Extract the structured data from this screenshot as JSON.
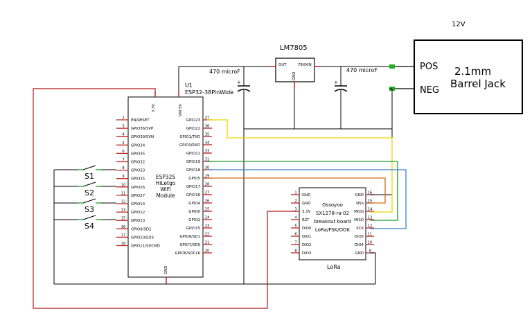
{
  "power": {
    "supply_label": "12V",
    "jack_title_line1": "2.1mm",
    "jack_title_line2": "Barrel Jack",
    "jack_pos_label": "POS",
    "jack_neg_label": "NEG",
    "regulator_name": "LM7805",
    "regulator_part": "78XX",
    "regulator_in": "IN",
    "regulator_out": "OUT",
    "regulator_gnd": "GND",
    "cap_left_label": "470 microF",
    "cap_right_label": "470 microF"
  },
  "esp32": {
    "ref": "U1",
    "part": "ESP32-38PinWide",
    "pin_3v3": "3.3V",
    "pin_vin": "VIN 5V",
    "pin_gnd": "GND",
    "module_line1": "ESP32S",
    "module_line2": "HiLetgo",
    "module_line3": "WiFi",
    "module_line4": "Module",
    "left_pins": [
      {
        "num": "2",
        "name": "EN/RESET"
      },
      {
        "num": "3",
        "name": "GPIO36/SVP"
      },
      {
        "num": "4",
        "name": "GPIO39/SVN"
      },
      {
        "num": "5",
        "name": "GPIO34"
      },
      {
        "num": "6",
        "name": "GPIO35"
      },
      {
        "num": "7",
        "name": "GPIO32"
      },
      {
        "num": "8",
        "name": "GPIO33"
      },
      {
        "num": "9",
        "name": "GPIO25"
      },
      {
        "num": "10",
        "name": "GPIO26"
      },
      {
        "num": "11",
        "name": "GPIO27"
      },
      {
        "num": "12",
        "name": "GPIO14"
      },
      {
        "num": "13",
        "name": "GPIO12"
      },
      {
        "num": "15",
        "name": "GPIO13"
      },
      {
        "num": "16",
        "name": "GPIO9/SD2"
      },
      {
        "num": "17",
        "name": "GPIO10/SD3"
      },
      {
        "num": "18",
        "name": "GPIO11/SDCMD"
      }
    ],
    "right_pins": [
      {
        "num": "37",
        "name": "GPIO23"
      },
      {
        "num": "36",
        "name": "GPIO22"
      },
      {
        "num": "35",
        "name": "GPIO1/TXD"
      },
      {
        "num": "34",
        "name": "GPIO3/RXD"
      },
      {
        "num": "33",
        "name": "GPIO21"
      },
      {
        "num": "31",
        "name": "GPIO19"
      },
      {
        "num": "30",
        "name": "GPIO18"
      },
      {
        "num": "29",
        "name": "GPIO5"
      },
      {
        "num": "28",
        "name": "GPIO17"
      },
      {
        "num": "27",
        "name": "GPIO16"
      },
      {
        "num": "26",
        "name": "GPIO4"
      },
      {
        "num": "25",
        "name": "GPIO0"
      },
      {
        "num": "24",
        "name": "GPIO2"
      },
      {
        "num": "23",
        "name": "GPIO15"
      },
      {
        "num": "22",
        "name": "GPIO8/SD1"
      },
      {
        "num": "21",
        "name": "GPIO7/SD0"
      },
      {
        "num": "20",
        "name": "GPIO6/SDCLK"
      }
    ]
  },
  "switches": [
    "S1",
    "S2",
    "S3",
    "S4"
  ],
  "lora": {
    "caption": "LoRa",
    "body_line1": "Ossoyoo",
    "body_line2": "SX1278-ra-02",
    "body_line3": "breakout board",
    "body_line4": "LoRa/FSK/OOK",
    "left_pins": [
      {
        "num": "1",
        "name": "GND"
      },
      {
        "num": "2",
        "name": "GND"
      },
      {
        "num": "3",
        "name": "3.3V"
      },
      {
        "num": "4",
        "name": "RST"
      },
      {
        "num": "5",
        "name": "DIO0"
      },
      {
        "num": "6",
        "name": "DIO1"
      },
      {
        "num": "7",
        "name": "DIO2"
      },
      {
        "num": "8",
        "name": "DIO3"
      }
    ],
    "right_pins": [
      {
        "num": "16",
        "name": "GND"
      },
      {
        "num": "15",
        "name": "NSS"
      },
      {
        "num": "14",
        "name": "MOSI"
      },
      {
        "num": "13",
        "name": "MISO"
      },
      {
        "num": "12",
        "name": "SCK"
      },
      {
        "num": "11",
        "name": "DIO5"
      },
      {
        "num": "10",
        "name": "DIO4"
      },
      {
        "num": "9",
        "name": "GND"
      }
    ]
  },
  "colors": {
    "wire": "#000000",
    "power_3v3": "#b01818",
    "gpio23": "#e8d800",
    "gpio19": "#1a9a2a",
    "gpio18": "#3a7fd0",
    "gpio5": "#d06a10",
    "pin_stub": "#c02020",
    "jack_pin": "#22b022"
  }
}
